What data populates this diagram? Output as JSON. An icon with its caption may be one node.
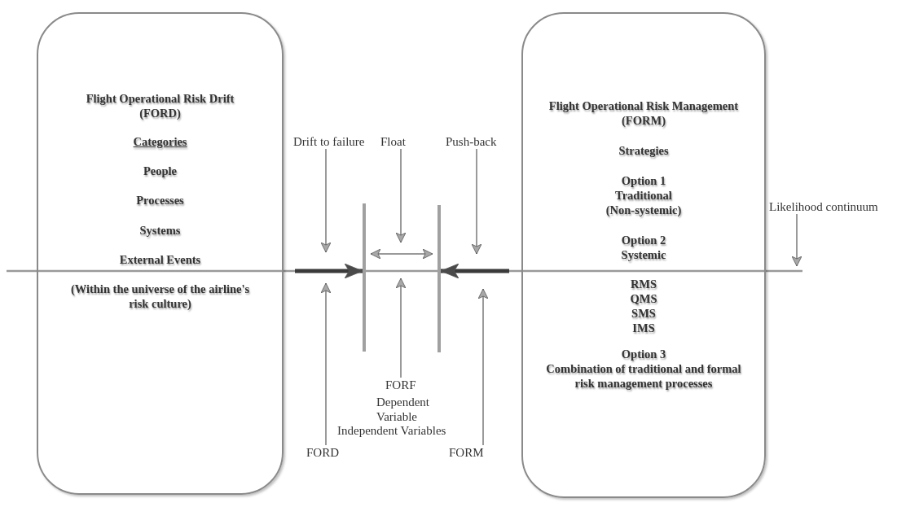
{
  "diagram": {
    "nodes": [
      {
        "text": [
          "Flight Operational Risk Drift (FORD)",
          "Categories",
          "People",
          "Processes",
          "Systems",
          "External Events",
          "(Within the universe of the airline's risk culture)"
        ]
      },
      {
        "text": [
          "Drift to failure"
        ]
      },
      {
        "text": [
          "Float"
        ]
      },
      {
        "text": [
          "Push-back"
        ]
      },
      {
        "text": [],
        "shape": "bar"
      },
      {
        "text": [],
        "shape": "bar"
      },
      {
        "text": [
          "FORF"
        ]
      },
      {
        "text": [
          "FORD"
        ]
      },
      {
        "text": [
          "FORM"
        ]
      },
      {
        "text": [
          "Flight Operational Risk Management (FORM)",
          "Strategies",
          "Option 1",
          "Traditional",
          "(Non-systemic)",
          "Option 2",
          "Systemic",
          "RMS",
          "QMS",
          "SMS",
          "IMS",
          "Option 3",
          "Combination of traditional and formal risk management processes"
        ]
      },
      {
        "text": [
          "Likelihood continuum"
        ]
      }
    ],
    "edges": [
      {
        "from": null,
        "to": 4,
        "arrow": "to",
        "style": "thick",
        "color": "#3a3a3a"
      },
      {
        "from": null,
        "to": 5,
        "arrow": "to",
        "style": "thick",
        "color": "#3a3a3a"
      },
      {
        "from": 4,
        "to": 5,
        "arrow": "both"
      },
      {
        "from": 1,
        "to": null,
        "arrow": "to"
      },
      {
        "from": 2,
        "to": null,
        "arrow": "to"
      },
      {
        "from": 3,
        "to": null,
        "arrow": "to"
      },
      {
        "from": 7,
        "to": null,
        "arrow": "to"
      },
      {
        "from": 6,
        "to": null,
        "arrow": "to"
      },
      {
        "from": 8,
        "to": null,
        "arrow": "to"
      },
      {
        "from": 10,
        "to": null,
        "arrow": "to"
      }
    ],
    "labels": [
      "Dependent Variable",
      "Independent Variables"
    ]
  }
}
